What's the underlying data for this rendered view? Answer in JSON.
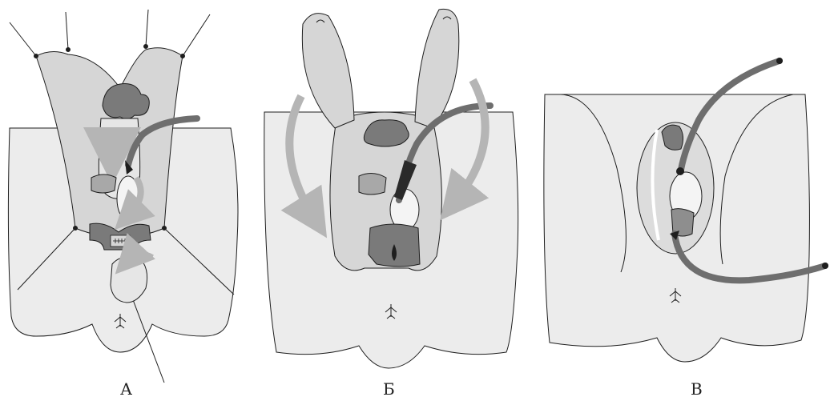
{
  "panels": [
    {
      "id": "a",
      "label": "А"
    },
    {
      "id": "b",
      "label": "Б"
    },
    {
      "id": "v",
      "label": "В"
    }
  ],
  "colors": {
    "skin": "#ececec",
    "flap": "#d6d6d6",
    "tissue_dark": "#7a7a7a",
    "tissue_mid": "#a8a8a8",
    "catheter": "#6e6e6e",
    "arrow": "#b8b8b8",
    "outline": "#1e1e1e"
  }
}
